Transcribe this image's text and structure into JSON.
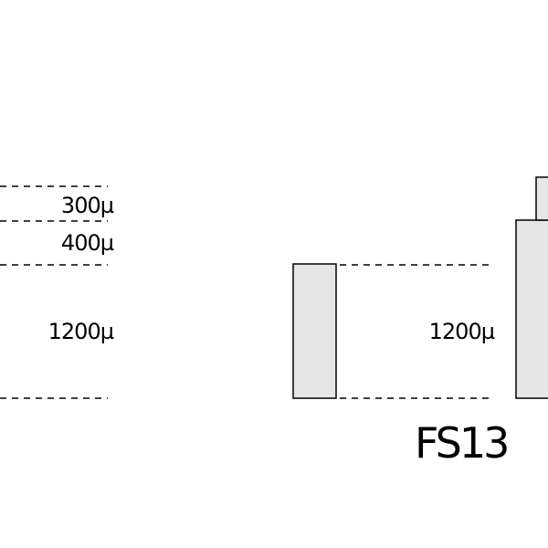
{
  "left_dimensions": {
    "top_layer": "300µ",
    "middle_layer": "400µ",
    "bottom_layer": "1200µ"
  },
  "right_dimensions": {
    "bottom_layer": "1200µ"
  },
  "figure_label": "FS13",
  "colors": {
    "layer_fill": "#e6e6e6",
    "line": "#000000"
  }
}
